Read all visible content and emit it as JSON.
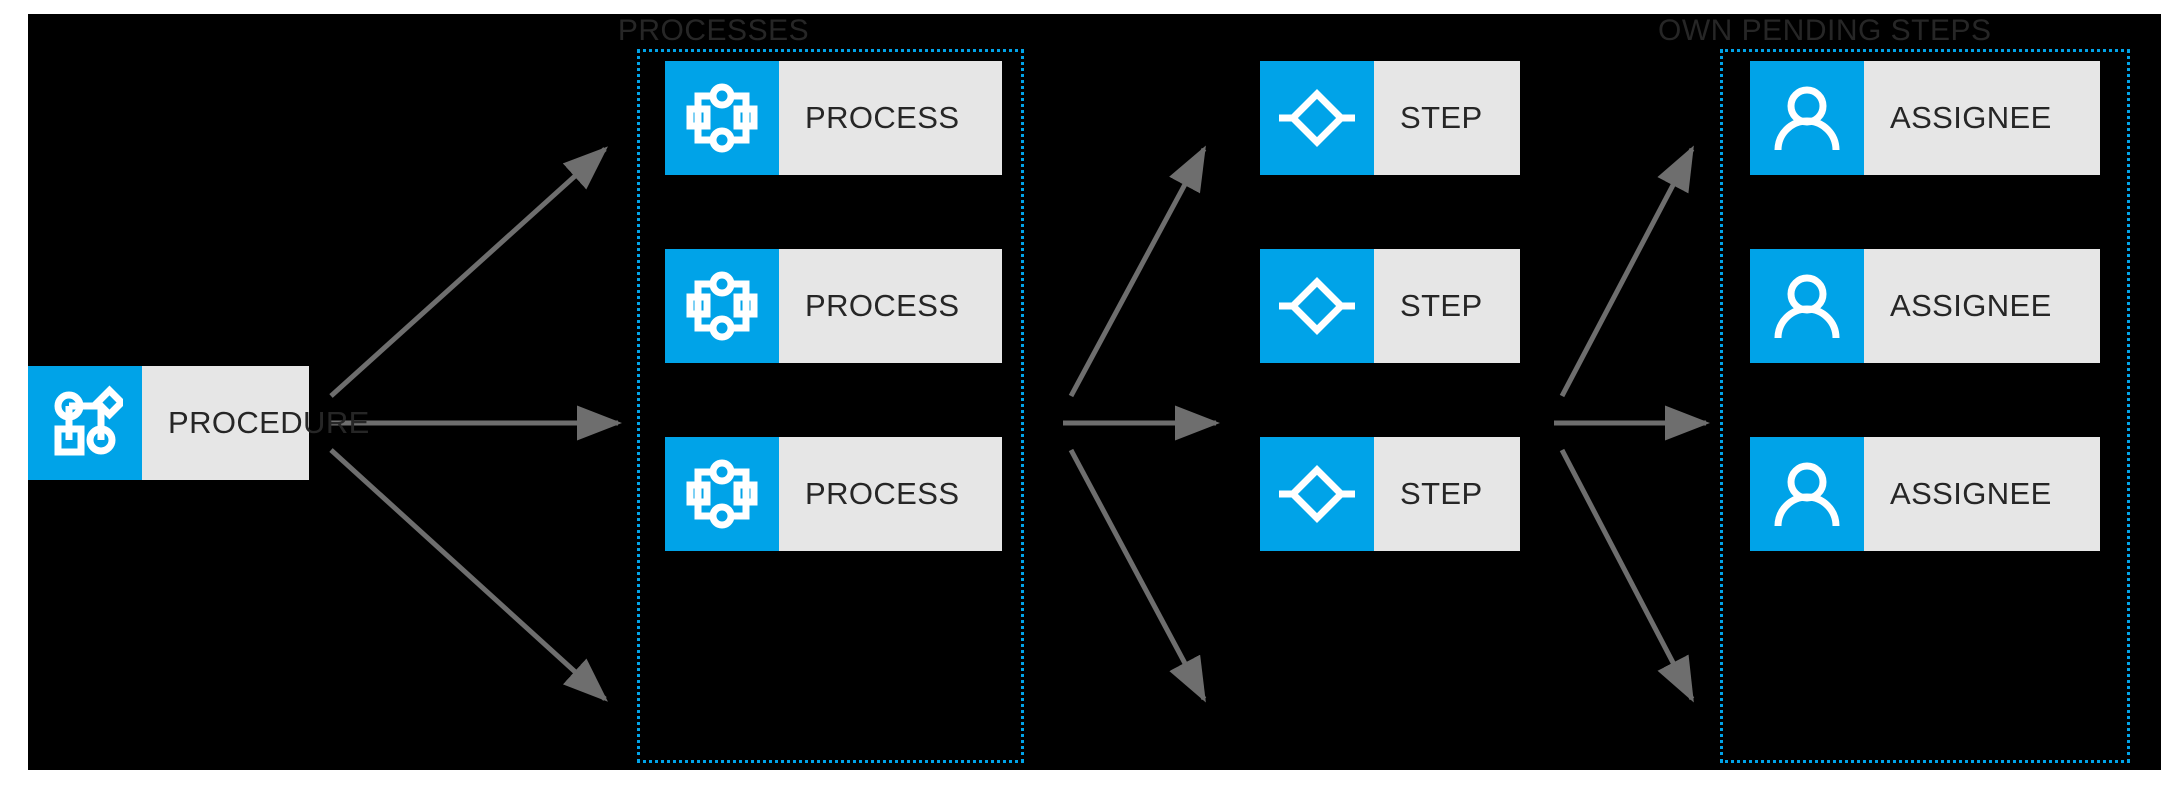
{
  "canvas": {
    "background": "#000000",
    "accent": "#00a3e8",
    "card_bg": "#e6e6e6",
    "text_color": "#262626",
    "arrow_color": "#6e6e6e",
    "group_border_color": "#00a3e8"
  },
  "groups": [
    {
      "id": "processes",
      "title": "PROCESSES"
    },
    {
      "id": "own_pending_steps",
      "title": "OWN PENDING STEPS"
    }
  ],
  "columns": {
    "procedure": {
      "icon": "procedure-node-graph-icon",
      "cards": [
        {
          "label": "PROCEDURE"
        }
      ]
    },
    "process": {
      "icon": "process-loop-icon",
      "cards": [
        {
          "label": "PROCESS"
        },
        {
          "label": "PROCESS"
        },
        {
          "label": "PROCESS"
        }
      ]
    },
    "step": {
      "icon": "step-diamond-icon",
      "cards": [
        {
          "label": "STEP"
        },
        {
          "label": "STEP"
        },
        {
          "label": "STEP"
        }
      ]
    },
    "assignee": {
      "icon": "assignee-person-icon",
      "cards": [
        {
          "label": "ASSIGNEE"
        },
        {
          "label": "ASSIGNEE"
        },
        {
          "label": "ASSIGNEE"
        }
      ]
    }
  },
  "connections": [
    {
      "from": "procedure",
      "to": "process-top",
      "style": "arrow-diagonal-up"
    },
    {
      "from": "procedure",
      "to": "process-middle",
      "style": "arrow-straight"
    },
    {
      "from": "procedure",
      "to": "process-bottom",
      "style": "arrow-diagonal-down"
    },
    {
      "from": "process",
      "to": "step-top",
      "style": "arrow-diagonal-up"
    },
    {
      "from": "process",
      "to": "step-middle",
      "style": "arrow-straight"
    },
    {
      "from": "process",
      "to": "step-bottom",
      "style": "arrow-diagonal-down"
    },
    {
      "from": "step",
      "to": "assignee-top",
      "style": "arrow-diagonal-up"
    },
    {
      "from": "step",
      "to": "assignee-middle",
      "style": "arrow-straight"
    },
    {
      "from": "step",
      "to": "assignee-bottom",
      "style": "arrow-diagonal-down"
    }
  ]
}
